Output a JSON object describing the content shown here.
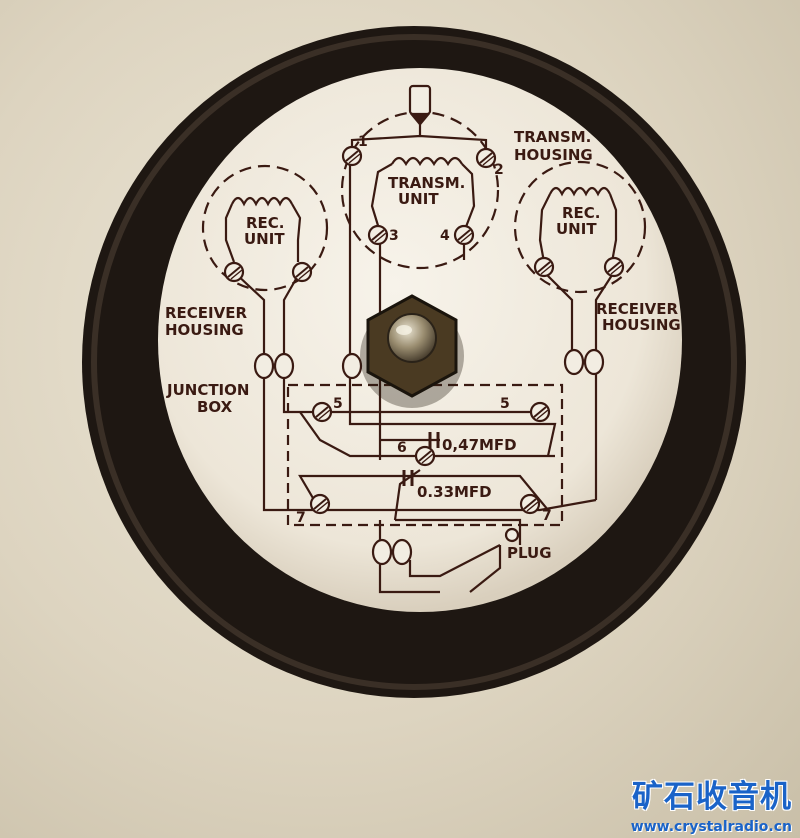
{
  "diagram": {
    "transm_housing": "TRANSM.",
    "transm_housing_2": "HOUSING",
    "transm_unit_1": "TRANSM.",
    "transm_unit_2": "UNIT",
    "rec_unit_left_1": "REC.",
    "rec_unit_left_2": "UNIT",
    "rec_unit_right_1": "REC.",
    "rec_unit_right_2": "UNIT",
    "receiver_housing_left_1": "RECEIVER",
    "receiver_housing_left_2": "HOUSING",
    "receiver_housing_right_1": "RECEIVER",
    "receiver_housing_right_2": "HOUSING",
    "junction_box_1": "JUNCTION",
    "junction_box_2": "BOX",
    "cap_1": "0,47MFD",
    "cap_2": "0.33MFD",
    "plug": "PLUG",
    "terminal_1": "1",
    "terminal_2": "2",
    "terminal_3": "3",
    "terminal_4": "4",
    "terminal_5_left": "5",
    "terminal_5_right": "5",
    "terminal_6": "6",
    "terminal_7_left": "7",
    "terminal_7_right": "7"
  },
  "watermark": {
    "title": "矿石收音机",
    "url": "www.crystalradio.cn"
  },
  "colors": {
    "ink": "#3a1a12",
    "plate": "#f2ede2",
    "rim": "#1e1712",
    "watermark": "#1a63c8"
  }
}
